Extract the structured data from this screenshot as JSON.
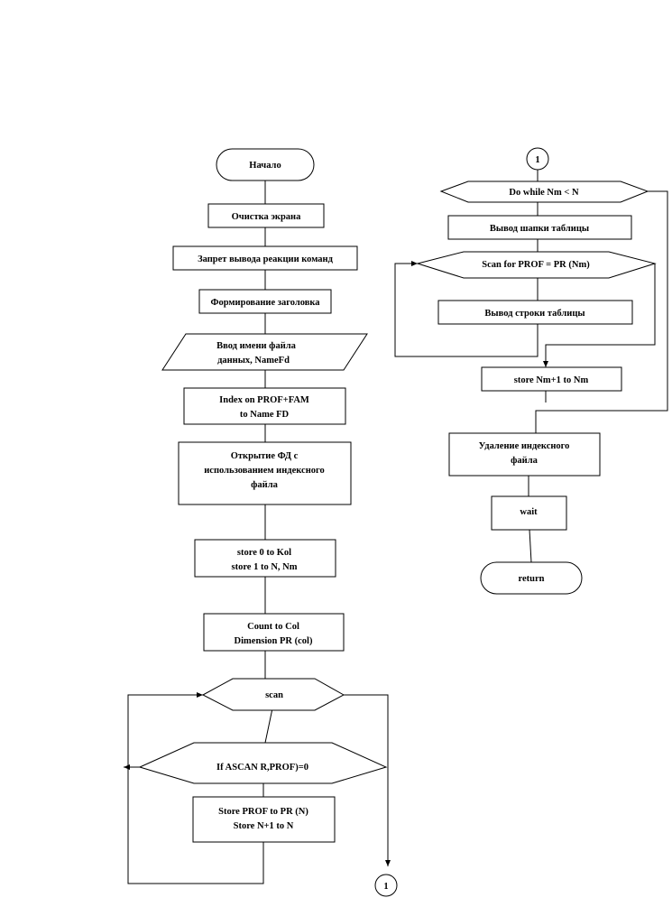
{
  "left_column": {
    "start": "Начало",
    "clear_screen": "Очистка экрана",
    "disable_echo": "Запрет вывода реакции команд",
    "make_header": "Формирование заголовка",
    "input_filename": [
      "Ввод имени файла",
      "данных, NameFd"
    ],
    "index_on": [
      "Index on PROF+FAM",
      "to Name FD"
    ],
    "open_fd": [
      "Открытие ФД с",
      "использованием индексного",
      "файла"
    ],
    "store_init": [
      "store 0 to Kol",
      "store 1 to N, Nm"
    ],
    "count": [
      "Count to Col",
      "Dimension PR (col)"
    ],
    "scan": "scan",
    "if_ascan": "If ASCAN R,PROF)=0",
    "store_prof": [
      "Store PROF to PR (N)",
      "Store N+1 to N"
    ],
    "connector_out": "1"
  },
  "right_column": {
    "connector_in": "1",
    "do_while": "Do  while Nm < N",
    "table_header": "Вывод шапки таблицы",
    "scan_for": "Scan for PROF = PR (Nm)",
    "table_row": "Вывод строки таблицы",
    "store_nm": "store Nm+1 to Nm",
    "delete_index": [
      "Удаление индексного",
      "файла"
    ],
    "wait": "wait",
    "return": "return"
  }
}
